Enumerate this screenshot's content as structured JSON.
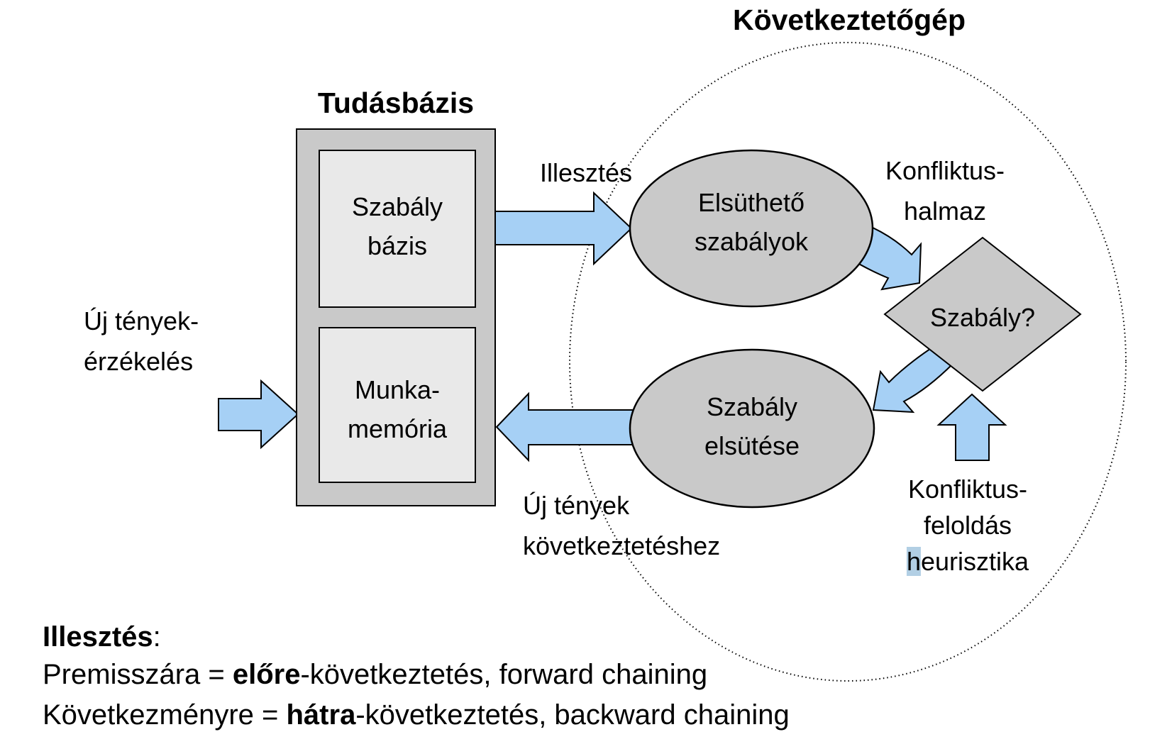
{
  "title": "Következtetőgép",
  "knowledge_base": {
    "title": "Tudásbázis",
    "rule_base_line1": "Szabály",
    "rule_base_line2": "bázis",
    "working_memory_line1": "Munka-",
    "working_memory_line2": "memória"
  },
  "engine": {
    "fireable_rules_line1": "Elsüthető",
    "fireable_rules_line2": "szabályok",
    "rule_firing_line1": "Szabály",
    "rule_firing_line2": "elsütése",
    "rule_decision": "Szabály?"
  },
  "labels": {
    "matching": "Illesztés",
    "conflict_set_line1": "Konfliktus-",
    "conflict_set_line2": "halmaz",
    "conflict_resolution_line1": "Konfliktus-",
    "conflict_resolution_line2": "feloldás",
    "conflict_resolution_line3_highlight": "h",
    "conflict_resolution_line3_rest": "eurisztika",
    "new_facts_sensing_line1": "Új tények-",
    "new_facts_sensing_line2": "érzékelés",
    "new_facts_inference_line1": "Új tények",
    "new_facts_inference_line2": "következtetéshez"
  },
  "footer": {
    "heading": "Illesztés",
    "heading_colon": ":",
    "line1_prefix": "Premisszára = ",
    "line1_bold": "előre",
    "line1_suffix": "-következtetés, forward chaining",
    "line2_prefix": "Következményre = ",
    "line2_bold": "hátra",
    "line2_suffix": "-következtetés, backward chaining"
  },
  "colors": {
    "arrow_fill": "#a6d0f5",
    "shape_fill": "#c9c9c9",
    "inner_box_fill": "#e9e9e9",
    "outline": "#000000",
    "text_highlight": "#b2cfe4"
  }
}
